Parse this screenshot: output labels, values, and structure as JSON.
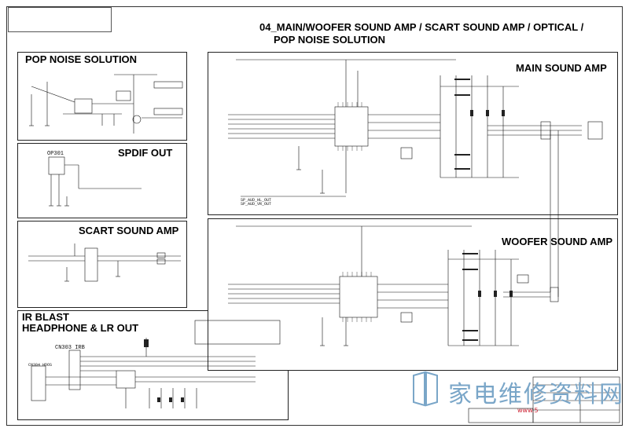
{
  "sheet": {
    "main_title_line1": "04_MAIN/WOOFER SOUND AMP / SCART SOUND AMP / OPTICAL /",
    "main_title_line2": "POP NOISE SOLUTION"
  },
  "sections": {
    "pop_noise": "POP NOISE SOLUTION",
    "spdif": "SPDIF OUT",
    "scart": "SCART SOUND AMP",
    "ir_line1": "IR BLAST",
    "ir_line2": "HEADPHONE & LR OUT",
    "main_amp": "MAIN SOUND AMP",
    "woofer_amp": "WOOFER SOUND AMP"
  },
  "parts": {
    "op301": "OP301",
    "cn303": "CN303 IRB",
    "cn304": "CN304 HDOS"
  },
  "net_labels": {
    "sp_aud_hl_out": "SP_AUD_HL_OUT",
    "sp_aud_vr_out": "SP_AUD_VR_OUT"
  },
  "watermark": {
    "text": "家电维修资料网",
    "url": "www.5"
  }
}
